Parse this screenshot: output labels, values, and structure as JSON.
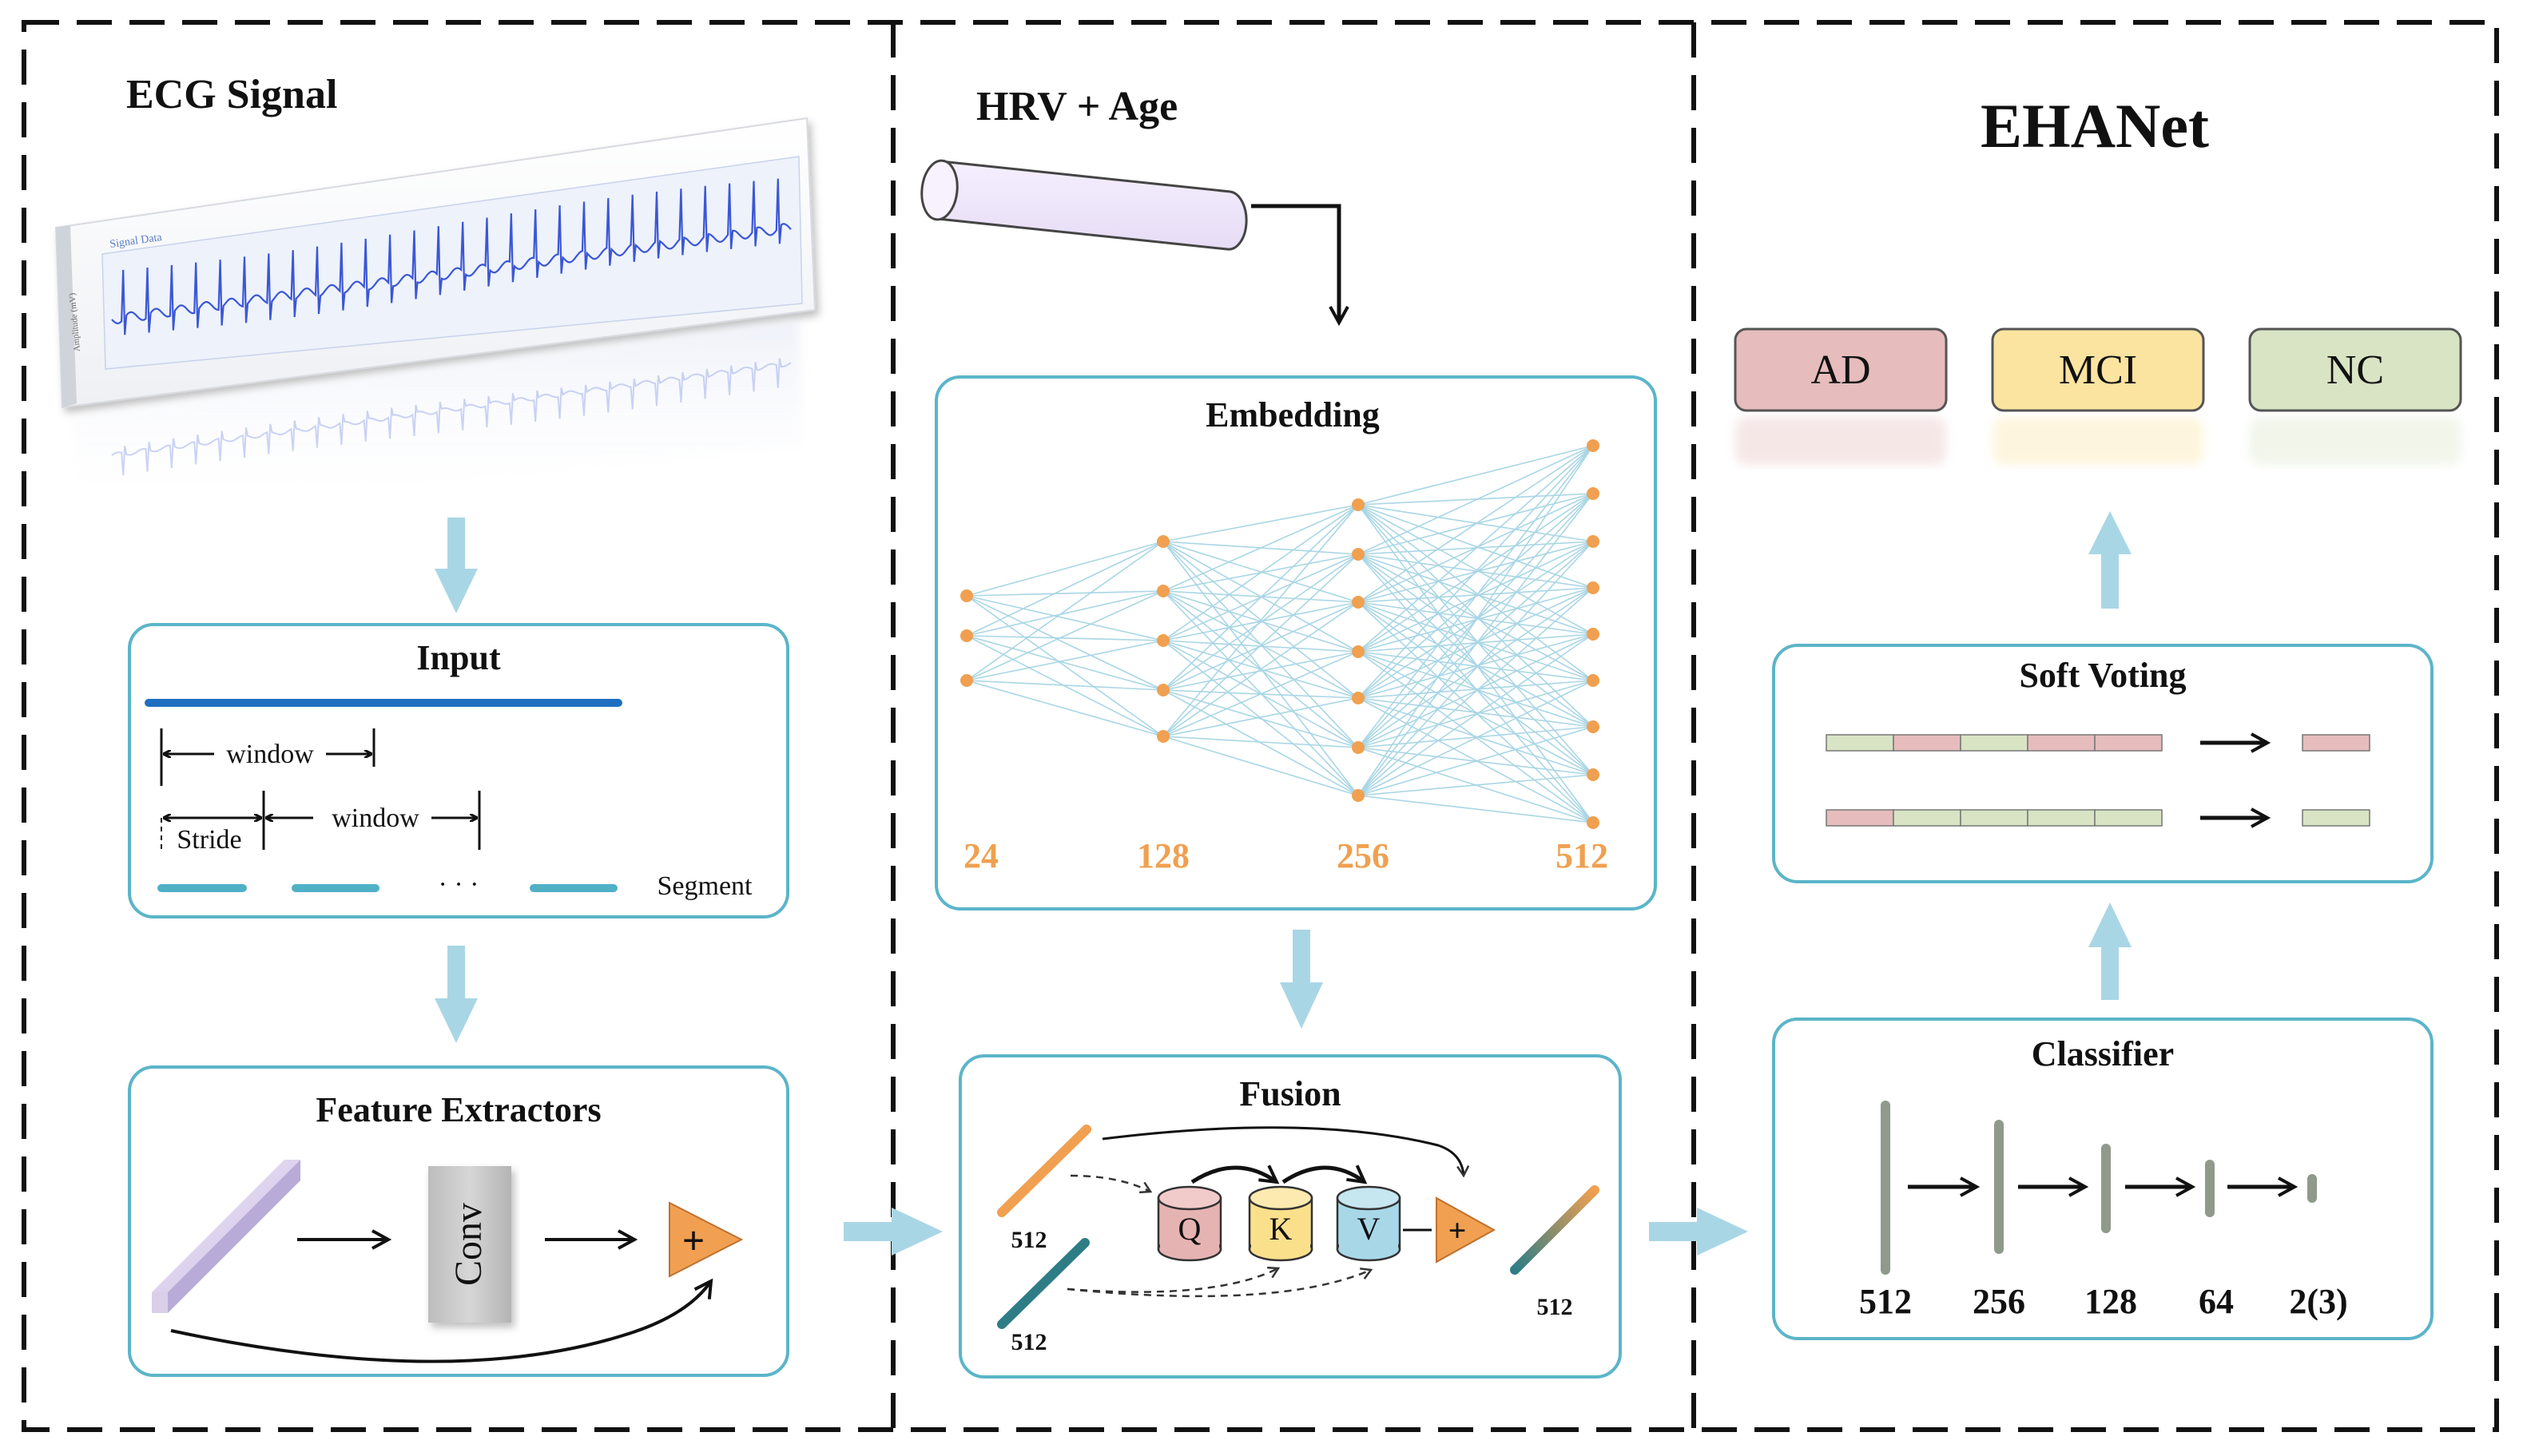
{
  "panels": {
    "left": {
      "title": "ECG Signal",
      "signal_preview": {
        "title": "Signal Data",
        "ylabel": "Amplitude (mV)"
      },
      "input": {
        "title": "Input",
        "window_label_1": "window",
        "window_label_2": "window",
        "stride_label": "Stride",
        "ellipsis": "· · ·",
        "segment_label": "Segment"
      },
      "feature_extractors": {
        "title": "Feature Extractors",
        "conv_label": "Conv",
        "add_symbol": "+"
      }
    },
    "middle": {
      "title": "HRV + Age",
      "embedding": {
        "title": "Embedding",
        "layers": [
          "24",
          "128",
          "256",
          "512"
        ]
      },
      "fusion": {
        "title": "Fusion",
        "input_dim_top": "512",
        "input_dim_bottom": "512",
        "output_dim": "512",
        "q": "Q",
        "k": "K",
        "v": "V",
        "add_symbol": "+"
      }
    },
    "right": {
      "title": "EHANet",
      "classes": [
        "AD",
        "MCI",
        "NC"
      ],
      "soft_voting": {
        "title": "Soft Voting"
      },
      "classifier": {
        "title": "Classifier",
        "layers": [
          "512",
          "256",
          "128",
          "64",
          "2(3)"
        ]
      }
    }
  },
  "colors": {
    "box_border": "#5bb5c9",
    "arrow_light_blue": "#a9d6e5",
    "orange_accent": "#f0a050",
    "ad_fill": "#e6bcbc",
    "mci_fill": "#fbe4a0",
    "nc_fill": "#d8e4c4",
    "q_fill": "#e6b3b3",
    "k_fill": "#fbe08c",
    "v_fill": "#a8d8e8",
    "teal_bar": "#2e7d86",
    "segment_blue": "#4fb0c6",
    "long_blue": "#1f6fc0"
  }
}
